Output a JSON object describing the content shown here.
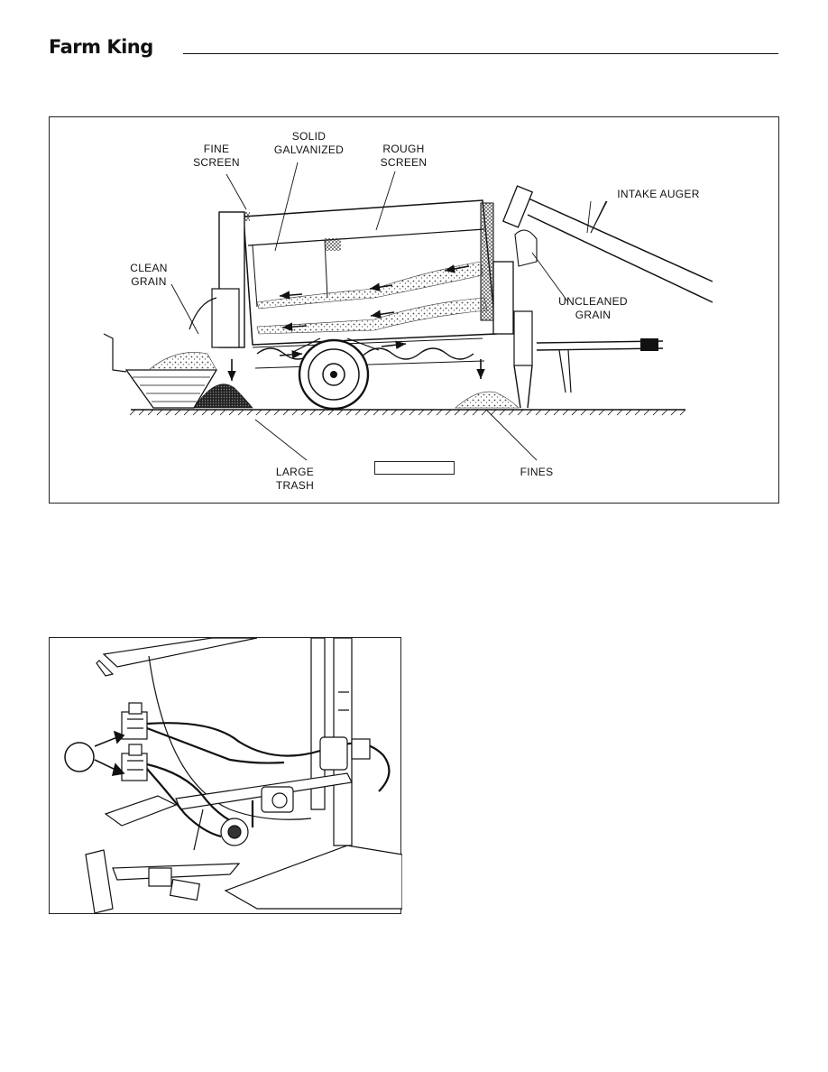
{
  "header": {
    "brand": "Farm King"
  },
  "figure1": {
    "labels": {
      "fine_screen": [
        "FINE",
        "SCREEN"
      ],
      "solid_galvanized": [
        "SOLID",
        "GALVANIZED"
      ],
      "rough_screen": [
        "ROUGH",
        "SCREEN"
      ],
      "intake_auger": "INTAKE AUGER",
      "clean_grain": [
        "CLEAN",
        "GRAIN"
      ],
      "uncleaned_grain": [
        "UNCLEANED",
        "GRAIN"
      ],
      "large_trash": [
        "LARGE",
        "TRASH"
      ],
      "fines": "FINES"
    }
  },
  "figure2": {
    "callout_number": ""
  }
}
